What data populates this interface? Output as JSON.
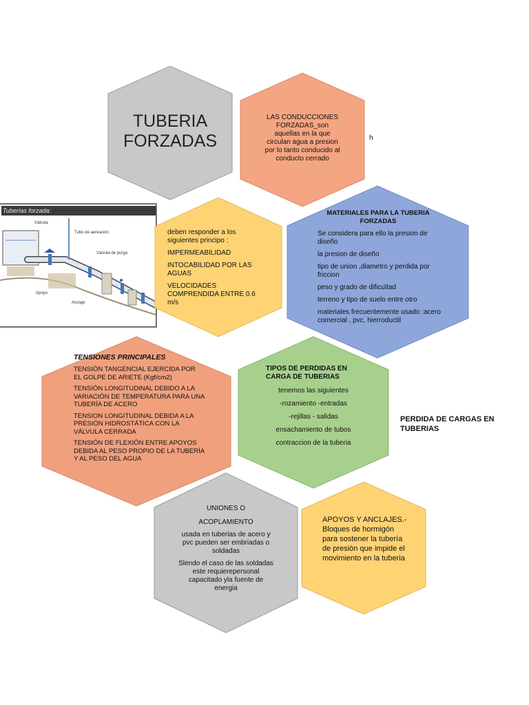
{
  "title_hex": {
    "line1": "TUBERIA",
    "line2": "FORZADAS"
  },
  "conducciones": {
    "text": "LAS CONDUCCIONES FORZADAS_son aquellas en la que circulan agua a presion por lo tanto conducido al conducto cerrado"
  },
  "stray_letter": "h",
  "photo": {
    "caption": "Tuberías forzada:",
    "labels": {
      "valvula": "Válvula",
      "tubo": "Tubo de aereación",
      "purga": "Válvula de purga",
      "apoyo": "Apoyo",
      "anclaje": "Anclaje"
    }
  },
  "principios": {
    "intro": "deben responder a los siguientes principo :",
    "items": [
      "IMPERMEABILIDAD",
      "INTOCABILIDAD POR LAS AGUAS",
      "VELOCIDADES COMPRENDIDA ENTRE 0.6 m/s"
    ]
  },
  "materiales": {
    "title": "MATERIALES PARA LA TUBERIA FORZADAS",
    "items": [
      "Se considera para ello la presion de diseño",
      "la presion de diseño",
      "tipo de union ,diametro y perdida por friccion",
      "peso y grado de dificultad",
      "terreno y tipo de suelo entre otro",
      "materiales frecuentemente usado :acero comercial , pvc, hierroductil"
    ]
  },
  "tensiones": {
    "title": "TENSIONES PRINCIPALES",
    "items": [
      "TENSIÓN TANGENCIAL EJERCIDA POR EL GOLPE DE ARIETE (Kgf/cm2)",
      "TENSIÓN LONGITUDINAL DEBIDO A LA VARIACIÓN DE TEMPERATURA PARA UNA TUBERÍA DE ACERO",
      "TENSION LONGITUDINAL DEBIDA A LA PRESIÓN HIDROSTÁTICA CON LA VÁLVULA CERRADA",
      "TENSIÓN DE FLEXIÓN ENTRE APOYOS DEBIDA AL PESO PROPIO DE LA TUBERÍA Y AL PESO DEL AGUA"
    ]
  },
  "perdidas": {
    "title": "TIPOS DE PERDIDAS EN CARGA DE TUBERIAS",
    "items": [
      "tenemos las siguientes",
      "-rozamiento -entradas",
      "-rejillas - salidas",
      "ensachamiento de tubos",
      "contraccion de la tuberia"
    ]
  },
  "perdida_cargas": {
    "line1": "PERDIDA DE CARGAS EN",
    "line2": "TUBERIAS"
  },
  "uniones": {
    "title1": "UNIONES O",
    "title2": "ACOPLAMIENTO",
    "p1": "usada en tuberias de acero y pvc pueden ser embriadas o soldadas",
    "p2": "Slendo el caso de las soldadas este requierepersonal capacitado yla fuente de energia"
  },
  "apoyos": {
    "text": "APOYOS Y ANCLAJES.- Bloques de hormigón para sostener la tubería de presión que impide el movimiento en la tuberia"
  },
  "colors": {
    "gray": "#c8c8c8",
    "salmon": "#f4a582",
    "peach": "#f0a07d",
    "yellow": "#fdd374",
    "blue": "#8ea6da",
    "green": "#a8d08d",
    "stroke": "#9a9a9a"
  }
}
